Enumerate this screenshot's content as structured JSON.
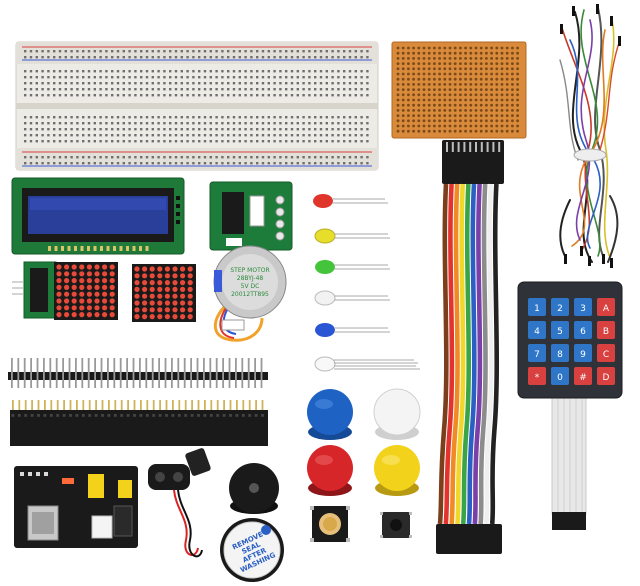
{
  "keypad": {
    "keys": [
      "1",
      "2",
      "3",
      "A",
      "4",
      "5",
      "6",
      "B",
      "7",
      "8",
      "9",
      "C",
      "*",
      "0",
      "#",
      "D"
    ]
  },
  "stepper_label": {
    "lines": [
      "STEP MOTOR",
      "28BYJ-48",
      "5V  DC",
      "20012TT895"
    ]
  },
  "buzzer_sticker": {
    "lines": [
      "REMOVE",
      "SEAL",
      "AFTER",
      "WASHING"
    ]
  },
  "colors": {
    "breadboard": "#ecebe6",
    "pcb": "#d98a3a",
    "lcd_board": "#1f7a3a",
    "lcd_screen": "#2a3f9a",
    "keypad_body": "#2f3238",
    "keypad_blue": "#2f76c8",
    "keypad_red": "#d8413f",
    "led_red": "#e0352b",
    "led_yellow": "#e6de2a",
    "led_green": "#43c43a",
    "led_white": "#f2f2f2",
    "led_blue": "#2a55d4",
    "cap_blue": "#1e63c4",
    "cap_white": "#f4f4f4",
    "cap_red": "#d7262a",
    "cap_yellow": "#f2d21b"
  },
  "rainbow_cable_colors": [
    "#7b3f1b",
    "#e2332f",
    "#f08a24",
    "#f1d72a",
    "#3aa547",
    "#2a5fc4",
    "#7a3fa8",
    "#8c8c8c",
    "#efefef",
    "#222222"
  ]
}
